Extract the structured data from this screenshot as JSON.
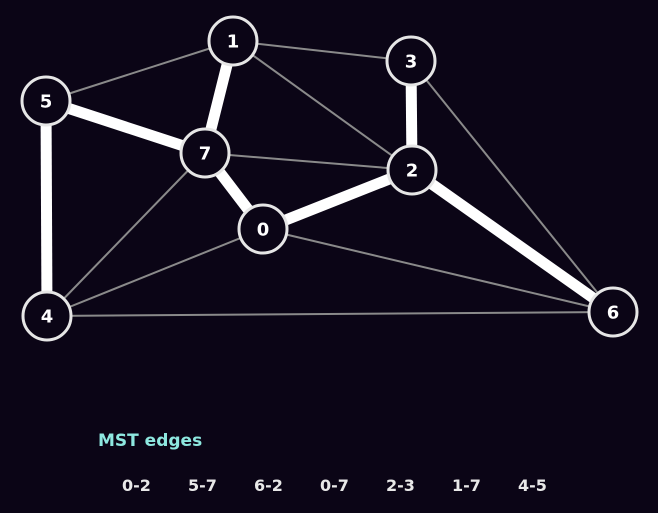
{
  "colors": {
    "background": "#0b0516",
    "node_stroke": "#e6e6e6",
    "thin_edge": "#8a8a8a",
    "mst_edge": "#ffffff",
    "caption_accent": "#8ee8e0",
    "mst_text": "#e8e8e8"
  },
  "graph": {
    "nodes": [
      {
        "id": "0",
        "label": "0"
      },
      {
        "id": "1",
        "label": "1"
      },
      {
        "id": "2",
        "label": "2"
      },
      {
        "id": "3",
        "label": "3"
      },
      {
        "id": "4",
        "label": "4"
      },
      {
        "id": "5",
        "label": "5"
      },
      {
        "id": "6",
        "label": "6"
      },
      {
        "id": "7",
        "label": "7"
      }
    ],
    "edges": [
      {
        "from": "1",
        "to": "5",
        "mst": false
      },
      {
        "from": "1",
        "to": "3",
        "mst": false
      },
      {
        "from": "1",
        "to": "2",
        "mst": false
      },
      {
        "from": "7",
        "to": "2",
        "mst": false
      },
      {
        "from": "7",
        "to": "4",
        "mst": false
      },
      {
        "from": "0",
        "to": "4",
        "mst": false
      },
      {
        "from": "0",
        "to": "6",
        "mst": false
      },
      {
        "from": "4",
        "to": "6",
        "mst": false
      },
      {
        "from": "3",
        "to": "6",
        "mst": false
      },
      {
        "from": "0",
        "to": "2",
        "mst": true
      },
      {
        "from": "5",
        "to": "7",
        "mst": true
      },
      {
        "from": "6",
        "to": "2",
        "mst": true
      },
      {
        "from": "0",
        "to": "7",
        "mst": true
      },
      {
        "from": "2",
        "to": "3",
        "mst": true
      },
      {
        "from": "1",
        "to": "7",
        "mst": true
      },
      {
        "from": "4",
        "to": "5",
        "mst": true
      }
    ]
  },
  "caption": {
    "title": "MST edges",
    "edges": [
      "0-2",
      "5-7",
      "6-2",
      "0-7",
      "2-3",
      "1-7",
      "4-5"
    ]
  }
}
